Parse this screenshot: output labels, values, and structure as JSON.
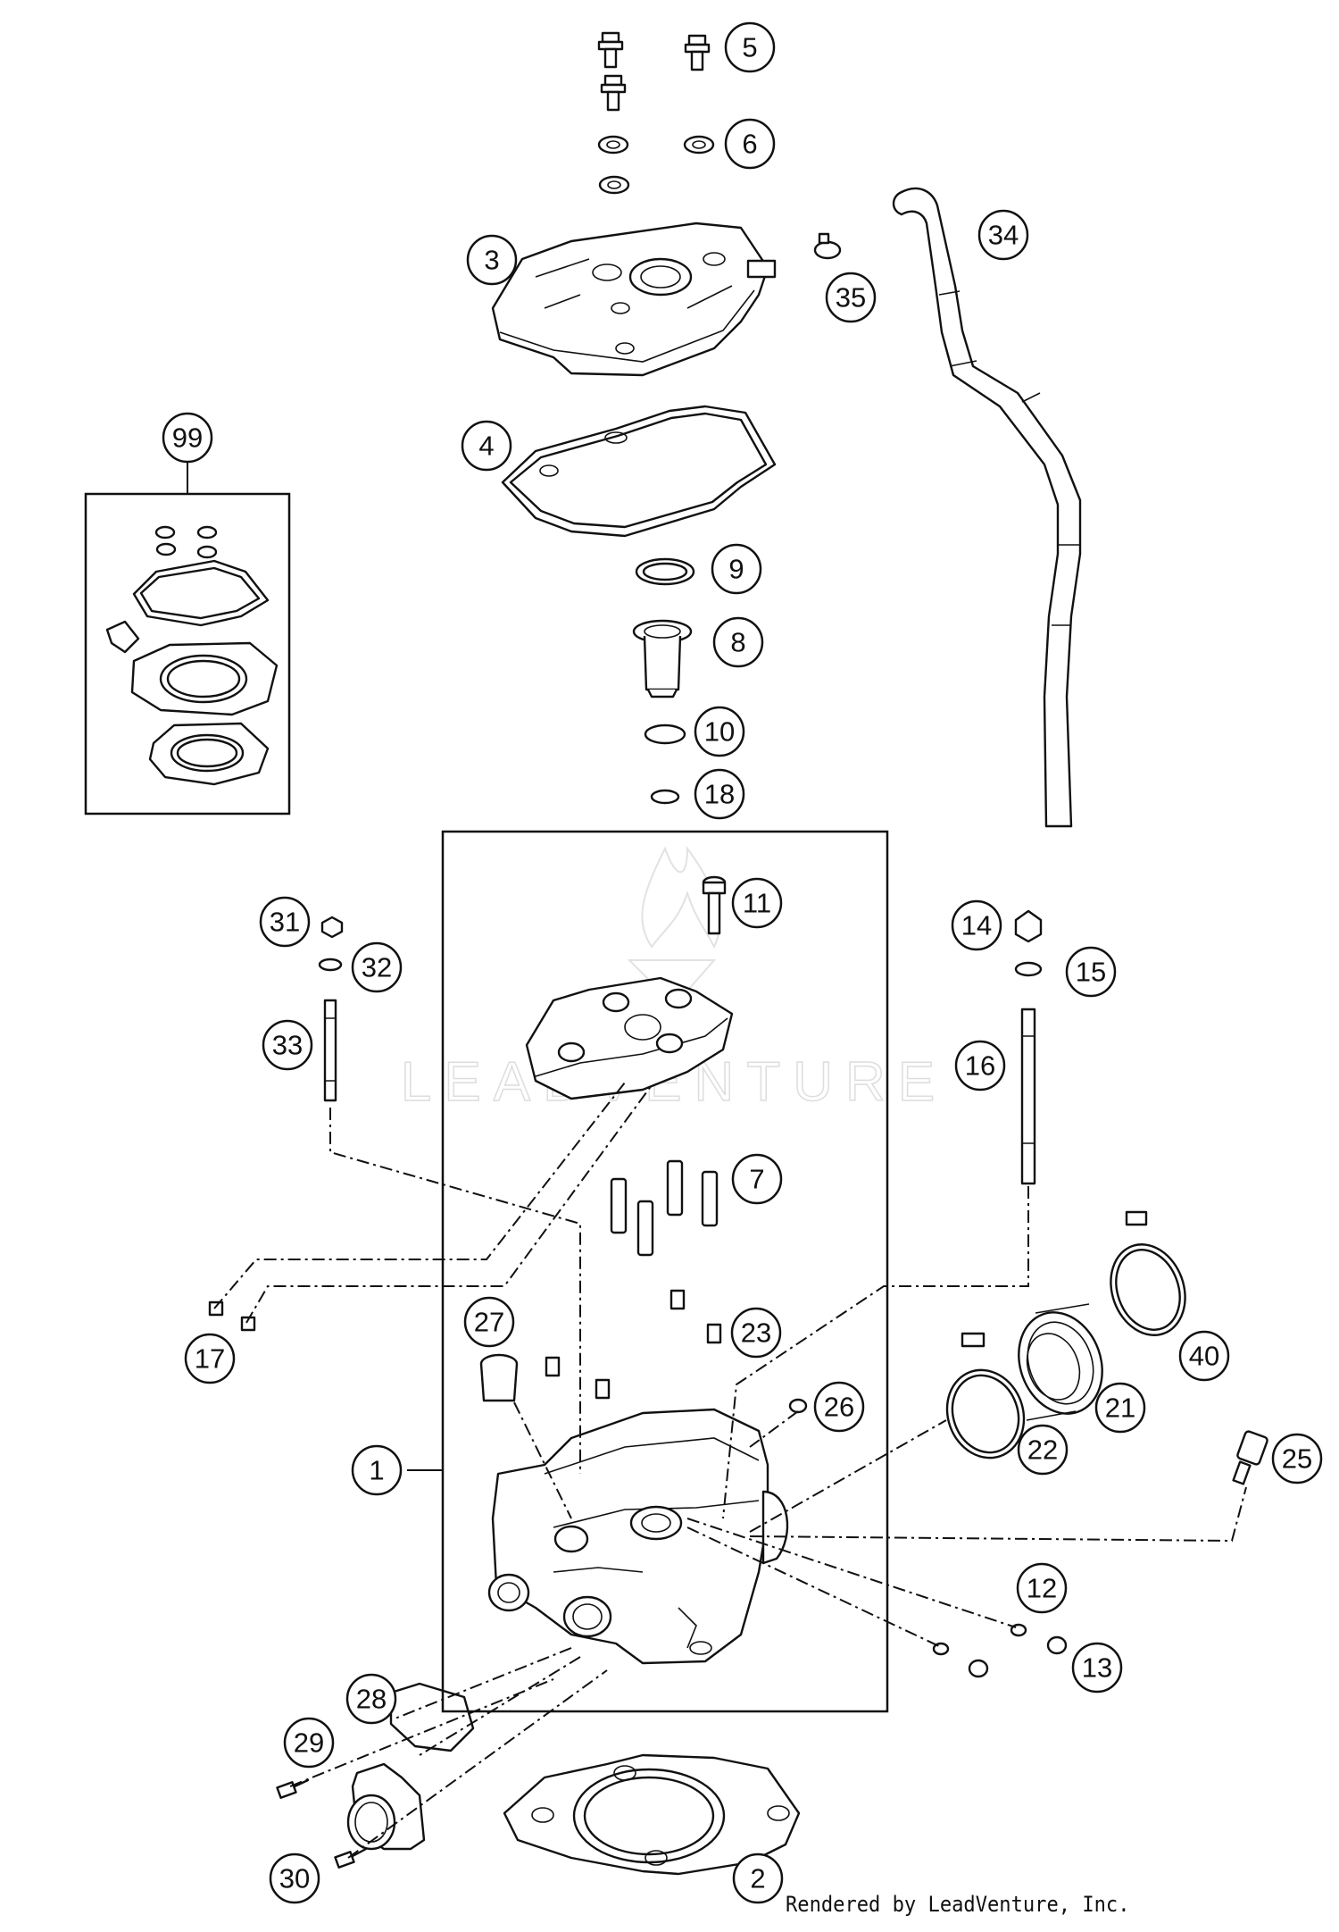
{
  "diagram": {
    "watermark": "LEADVENTURE",
    "footer": "Rendered by LeadVenture, Inc.",
    "callouts": [
      "5",
      "6",
      "3",
      "35",
      "34",
      "99",
      "4",
      "9",
      "8",
      "10",
      "18",
      "11",
      "31",
      "32",
      "33",
      "14",
      "15",
      "16",
      "7",
      "17",
      "27",
      "23",
      "26",
      "40",
      "21",
      "22",
      "25",
      "1",
      "12",
      "13",
      "28",
      "29",
      "30",
      "2"
    ]
  }
}
